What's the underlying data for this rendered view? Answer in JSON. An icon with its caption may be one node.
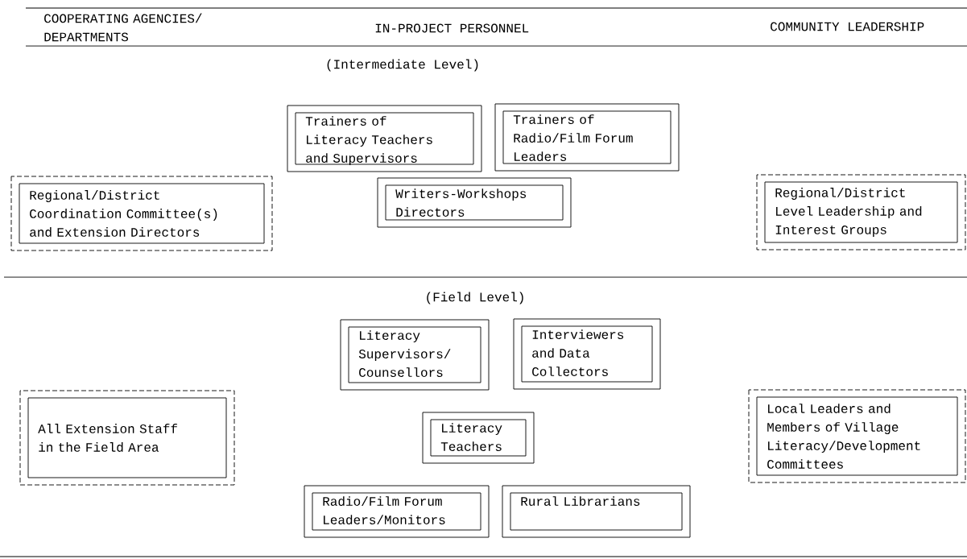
{
  "diagram": {
    "nodes": [
      {
        "text": [
          "Trainers of Literacy Teachers and Supervisors"
        ]
      },
      {
        "text": [
          "Trainers of Radio/Film Forum Leaders"
        ]
      },
      {
        "text": [
          "Regional/District Coordination Committee(s) and Extension Directors"
        ]
      },
      {
        "text": [
          "Writers-Workshops Directors"
        ]
      },
      {
        "text": [
          "Regional/District Level Leadership and Interest Groups"
        ]
      },
      {
        "text": [
          "Literacy Supervisors/ Counsellors"
        ]
      },
      {
        "text": [
          "Interviewers and Data Collectors"
        ]
      },
      {
        "text": [
          "All Extension Staff in the Field Area"
        ]
      },
      {
        "text": [
          "Literacy Teachers"
        ]
      },
      {
        "text": [
          "Local Leaders and Members of Village Literacy/Development Committees"
        ]
      },
      {
        "text": [
          "Radio/Film Forum Leaders/Monitors"
        ]
      },
      {
        "text": [
          "Rural Librarians"
        ]
      }
    ],
    "labels": [
      "COOPERATING AGENCIES/ DEPARTMENTS",
      "IN-PROJECT PERSONNEL",
      "COMMUNITY LEADERSHIP",
      "(Intermediate Level)",
      "(Field Level)"
    ]
  }
}
